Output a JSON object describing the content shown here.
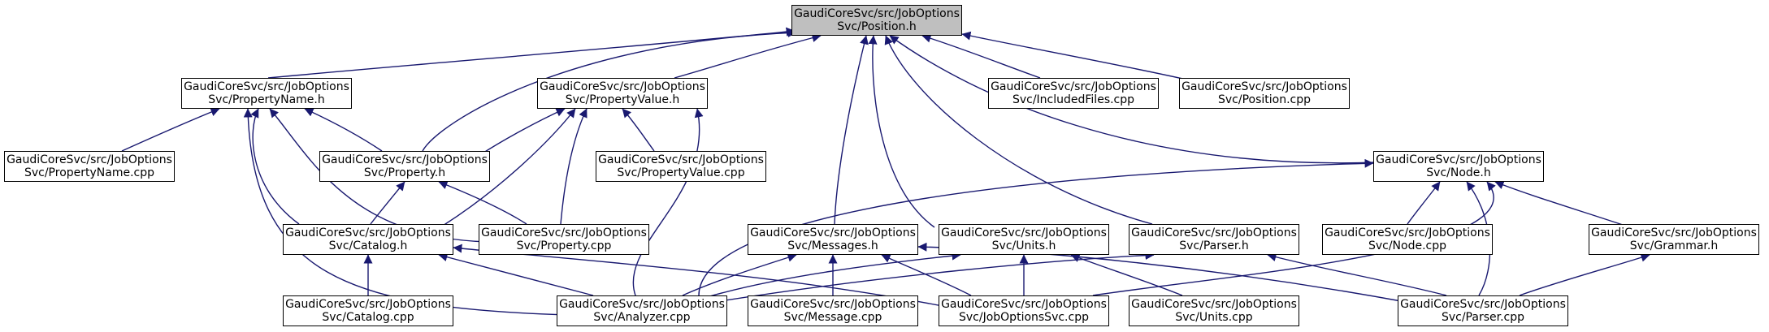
{
  "colors": {
    "edge": "#191970",
    "node_border": "#000000",
    "focus_fill": "#bfbfbf",
    "node_fill": "#ffffff"
  },
  "nodes": {
    "position_h": {
      "l1": "GaudiCoreSvc/src/JobOptions",
      "l2": "Svc/Position.h"
    },
    "propertyname_h": {
      "l1": "GaudiCoreSvc/src/JobOptions",
      "l2": "Svc/PropertyName.h"
    },
    "propertyvalue_h": {
      "l1": "GaudiCoreSvc/src/JobOptions",
      "l2": "Svc/PropertyValue.h"
    },
    "includedfiles_cpp": {
      "l1": "GaudiCoreSvc/src/JobOptions",
      "l2": "Svc/IncludedFiles.cpp"
    },
    "position_cpp": {
      "l1": "GaudiCoreSvc/src/JobOptions",
      "l2": "Svc/Position.cpp"
    },
    "propertyname_cpp": {
      "l1": "GaudiCoreSvc/src/JobOptions",
      "l2": "Svc/PropertyName.cpp"
    },
    "property_h": {
      "l1": "GaudiCoreSvc/src/JobOptions",
      "l2": "Svc/Property.h"
    },
    "propertyvalue_cpp": {
      "l1": "GaudiCoreSvc/src/JobOptions",
      "l2": "Svc/PropertyValue.cpp"
    },
    "node_h": {
      "l1": "GaudiCoreSvc/src/JobOptions",
      "l2": "Svc/Node.h"
    },
    "catalog_h": {
      "l1": "GaudiCoreSvc/src/JobOptions",
      "l2": "Svc/Catalog.h"
    },
    "property_cpp": {
      "l1": "GaudiCoreSvc/src/JobOptions",
      "l2": "Svc/Property.cpp"
    },
    "messages_h": {
      "l1": "GaudiCoreSvc/src/JobOptions",
      "l2": "Svc/Messages.h"
    },
    "units_h": {
      "l1": "GaudiCoreSvc/src/JobOptions",
      "l2": "Svc/Units.h"
    },
    "parser_h": {
      "l1": "GaudiCoreSvc/src/JobOptions",
      "l2": "Svc/Parser.h"
    },
    "node_cpp": {
      "l1": "GaudiCoreSvc/src/JobOptions",
      "l2": "Svc/Node.cpp"
    },
    "grammar_h": {
      "l1": "GaudiCoreSvc/src/JobOptions",
      "l2": "Svc/Grammar.h"
    },
    "catalog_cpp": {
      "l1": "GaudiCoreSvc/src/JobOptions",
      "l2": "Svc/Catalog.cpp"
    },
    "analyzer_cpp": {
      "l1": "GaudiCoreSvc/src/JobOptions",
      "l2": "Svc/Analyzer.cpp"
    },
    "message_cpp": {
      "l1": "GaudiCoreSvc/src/JobOptions",
      "l2": "Svc/Message.cpp"
    },
    "joboptionssvc_cpp": {
      "l1": "GaudiCoreSvc/src/JobOptions",
      "l2": "Svc/JobOptionsSvc.cpp"
    },
    "units_cpp": {
      "l1": "GaudiCoreSvc/src/JobOptions",
      "l2": "Svc/Units.cpp"
    },
    "parser_cpp": {
      "l1": "GaudiCoreSvc/src/JobOptions",
      "l2": "Svc/Parser.cpp"
    }
  }
}
